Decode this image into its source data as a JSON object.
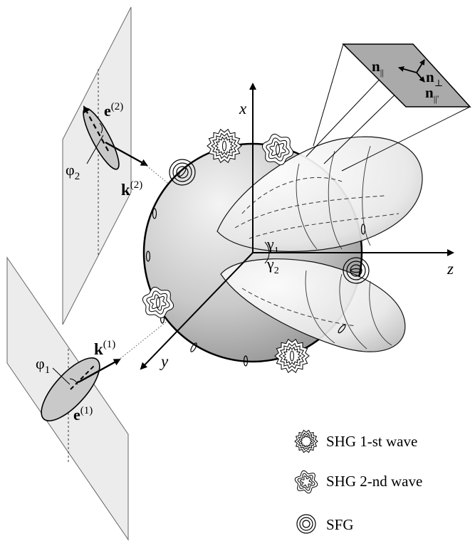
{
  "axes": {
    "x": "x",
    "y": "y",
    "z": "z"
  },
  "beam2": {
    "wave_vector": "k",
    "wave_vector_sup": "(2)",
    "polarization": "e",
    "polarization_sup": "(2)",
    "angle": "φ",
    "angle_sub": "2"
  },
  "beam1": {
    "wave_vector": "k",
    "wave_vector_sup": "(1)",
    "polarization": "e",
    "polarization_sup": "(1)",
    "angle": "φ",
    "angle_sub": "1"
  },
  "angles": {
    "gamma1": "γ",
    "gamma1_sub": "1",
    "gamma2": "γ",
    "gamma2_sub": "2"
  },
  "detector": {
    "n_parallel": "n",
    "n_parallel_sub": "||",
    "n_perp": "n",
    "n_perp_sub": "⊥",
    "n_parallel_prime": "n",
    "n_parallel_prime_sub": "||'"
  },
  "legend": [
    {
      "icon": "shg-first-wave-icon",
      "label": "SHG 1-st wave"
    },
    {
      "icon": "shg-second-wave-icon",
      "label": "SHG 2-nd wave"
    },
    {
      "icon": "sfg-icon",
      "label": "SFG"
    }
  ]
}
